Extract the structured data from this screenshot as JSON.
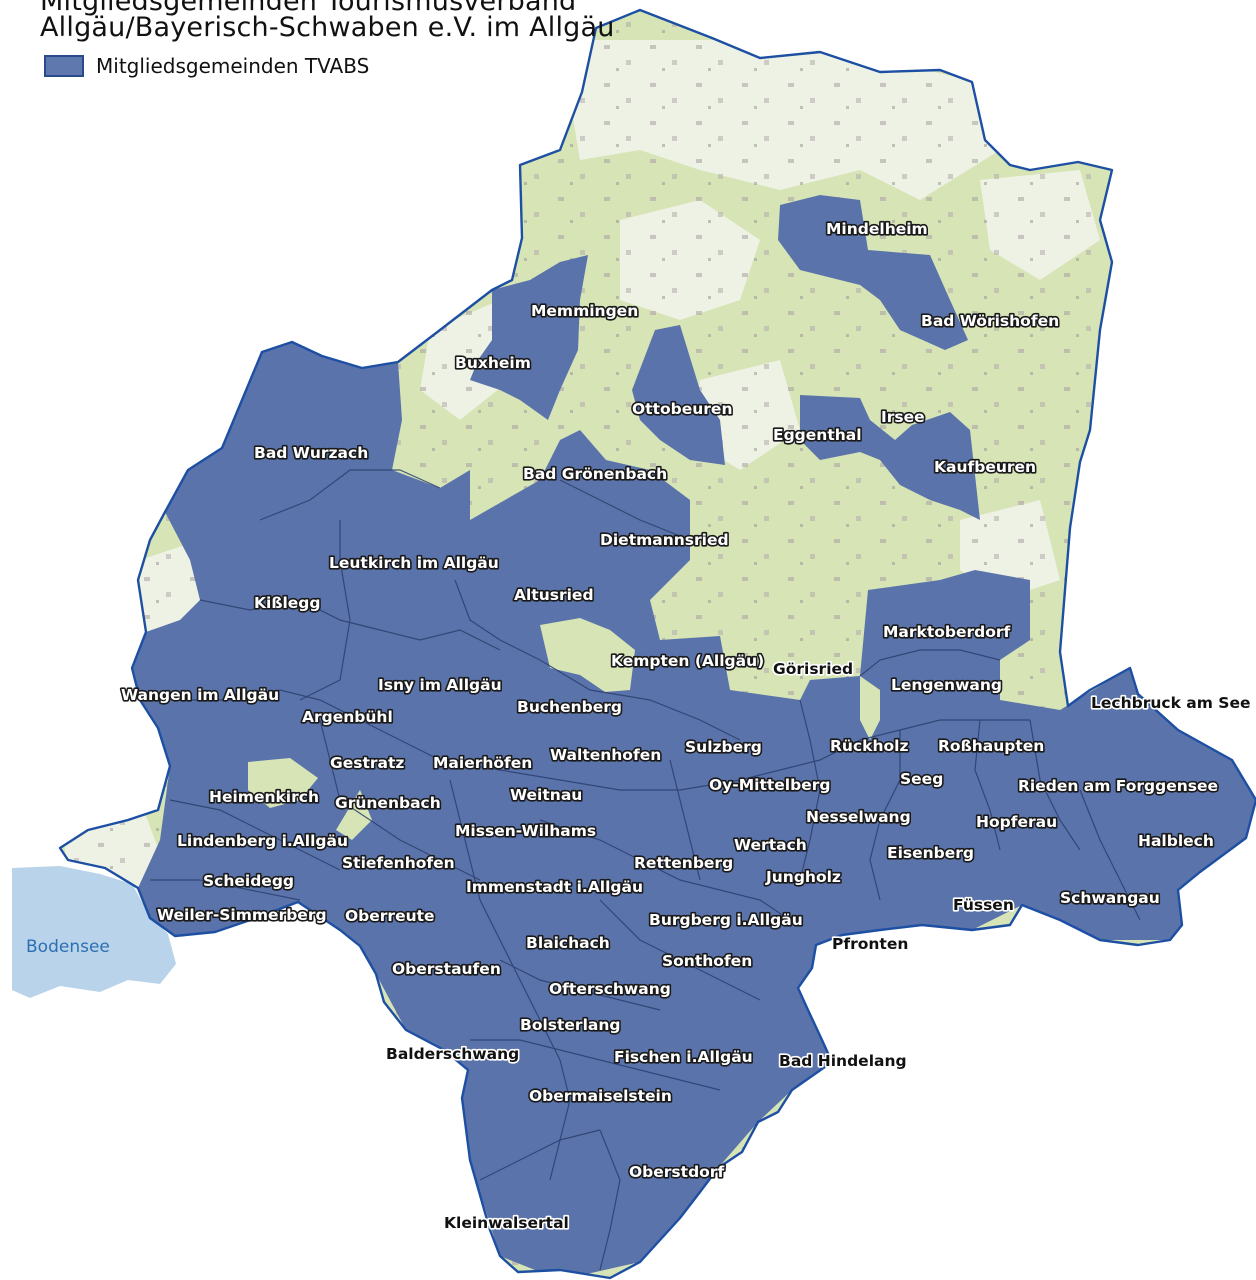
{
  "title": {
    "line1": "Mitgliedsgemeinden Tourismusverband",
    "line2": "Allgäu/Bayerisch-Schwaben e.V. im Allgäu"
  },
  "legend": {
    "label": "Mitgliedsgemeinden TVABS",
    "swatch_color": "#5f78ae"
  },
  "colors": {
    "member": "#5a73aa",
    "member_border": "#2b3f6e",
    "outline": "#1d4fa3",
    "nonmember": "#d6e4b6",
    "nonmember_light": "#eef2e4",
    "water": "#b8d3ea",
    "water_label": "#2d6fb3"
  },
  "water_label": "Bodensee",
  "places": [
    {
      "key": "mindelheim",
      "name": "Mindelheim",
      "member": true
    },
    {
      "key": "memmingen",
      "name": "Memmingen",
      "member": true
    },
    {
      "key": "bad_woerishofen",
      "name": "Bad Wörishofen",
      "member": true
    },
    {
      "key": "buxheim",
      "name": "Buxheim",
      "member": true
    },
    {
      "key": "ottobeuren",
      "name": "Ottobeuren",
      "member": true
    },
    {
      "key": "irsee",
      "name": "Irsee",
      "member": true
    },
    {
      "key": "eggenthal",
      "name": "Eggenthal",
      "member": true
    },
    {
      "key": "bad_wurzach",
      "name": "Bad Wurzach",
      "member": true
    },
    {
      "key": "kaufbeuren",
      "name": "Kaufbeuren",
      "member": true
    },
    {
      "key": "bad_groenenbach",
      "name": "Bad Grönenbach",
      "member": true
    },
    {
      "key": "dietmannsried",
      "name": "Dietmannsried",
      "member": true
    },
    {
      "key": "leutkirch",
      "name": "Leutkirch im Allgäu",
      "member": true
    },
    {
      "key": "altusried",
      "name": "Altusried",
      "member": true
    },
    {
      "key": "kisslegg",
      "name": "Kißlegg",
      "member": true
    },
    {
      "key": "marktoberdorf",
      "name": "Marktoberdorf",
      "member": true
    },
    {
      "key": "kempten",
      "name": "Kempten (Allgäu)",
      "member": true
    },
    {
      "key": "goerisried",
      "name": "Görisried",
      "member": false
    },
    {
      "key": "isny",
      "name": "Isny im Allgäu",
      "member": true
    },
    {
      "key": "lengenwang",
      "name": "Lengenwang",
      "member": true
    },
    {
      "key": "wangen",
      "name": "Wangen im Allgäu",
      "member": true
    },
    {
      "key": "lechbruck",
      "name": "Lechbruck am See",
      "member": false
    },
    {
      "key": "buchenberg",
      "name": "Buchenberg",
      "member": true
    },
    {
      "key": "argenbuehl",
      "name": "Argenbühl",
      "member": true
    },
    {
      "key": "sulzberg",
      "name": "Sulzberg",
      "member": true
    },
    {
      "key": "rueckholz",
      "name": "Rückholz",
      "member": true
    },
    {
      "key": "rosshaupten",
      "name": "Roßhaupten",
      "member": true
    },
    {
      "key": "waltenhofen",
      "name": "Waltenhofen",
      "member": true
    },
    {
      "key": "gestratz",
      "name": "Gestratz",
      "member": true
    },
    {
      "key": "maierhoefen",
      "name": "Maierhöfen",
      "member": true
    },
    {
      "key": "seeg",
      "name": "Seeg",
      "member": true
    },
    {
      "key": "oy_mittelberg",
      "name": "Oy-Mittelberg",
      "member": true
    },
    {
      "key": "rieden",
      "name": "Rieden am Forggensee",
      "member": true
    },
    {
      "key": "heimenkirch",
      "name": "Heimenkirch",
      "member": true
    },
    {
      "key": "weitnau",
      "name": "Weitnau",
      "member": true
    },
    {
      "key": "gruenenbach",
      "name": "Grünenbach",
      "member": true
    },
    {
      "key": "nesselwang",
      "name": "Nesselwang",
      "member": true
    },
    {
      "key": "hopferau",
      "name": "Hopferau",
      "member": true
    },
    {
      "key": "missen",
      "name": "Missen-Wilhams",
      "member": true
    },
    {
      "key": "lindenberg",
      "name": "Lindenberg i.Allgäu",
      "member": true
    },
    {
      "key": "wertach",
      "name": "Wertach",
      "member": true
    },
    {
      "key": "halblech",
      "name": "Halblech",
      "member": true
    },
    {
      "key": "eisenberg",
      "name": "Eisenberg",
      "member": true
    },
    {
      "key": "stiefenhofen",
      "name": "Stiefenhofen",
      "member": true
    },
    {
      "key": "rettenberg",
      "name": "Rettenberg",
      "member": true
    },
    {
      "key": "scheidegg",
      "name": "Scheidegg",
      "member": true
    },
    {
      "key": "jungholz",
      "name": "Jungholz",
      "member": true
    },
    {
      "key": "immenstadt",
      "name": "Immenstadt i.Allgäu",
      "member": true
    },
    {
      "key": "fuessen",
      "name": "Füssen",
      "member": false
    },
    {
      "key": "schwangau",
      "name": "Schwangau",
      "member": true
    },
    {
      "key": "weiler",
      "name": "Weiler-Simmerberg",
      "member": true
    },
    {
      "key": "oberreute",
      "name": "Oberreute",
      "member": true
    },
    {
      "key": "burgberg",
      "name": "Burgberg i.Allgäu",
      "member": true
    },
    {
      "key": "pfronten",
      "name": "Pfronten",
      "member": false
    },
    {
      "key": "blaichach",
      "name": "Blaichach",
      "member": true
    },
    {
      "key": "sonthofen",
      "name": "Sonthofen",
      "member": true
    },
    {
      "key": "oberstaufen",
      "name": "Oberstaufen",
      "member": true
    },
    {
      "key": "ofterschwang",
      "name": "Ofterschwang",
      "member": true
    },
    {
      "key": "bolsterlang",
      "name": "Bolsterlang",
      "member": true
    },
    {
      "key": "balderschwang",
      "name": "Balderschwang",
      "member": false
    },
    {
      "key": "fischen",
      "name": "Fischen i.Allgäu",
      "member": true
    },
    {
      "key": "bad_hindelang",
      "name": "Bad Hindelang",
      "member": false
    },
    {
      "key": "obermaiselstein",
      "name": "Obermaiselstein",
      "member": true
    },
    {
      "key": "oberstdorf",
      "name": "Oberstdorf",
      "member": true
    },
    {
      "key": "kleinwalsertal",
      "name": "Kleinwalsertal",
      "member": false
    }
  ]
}
